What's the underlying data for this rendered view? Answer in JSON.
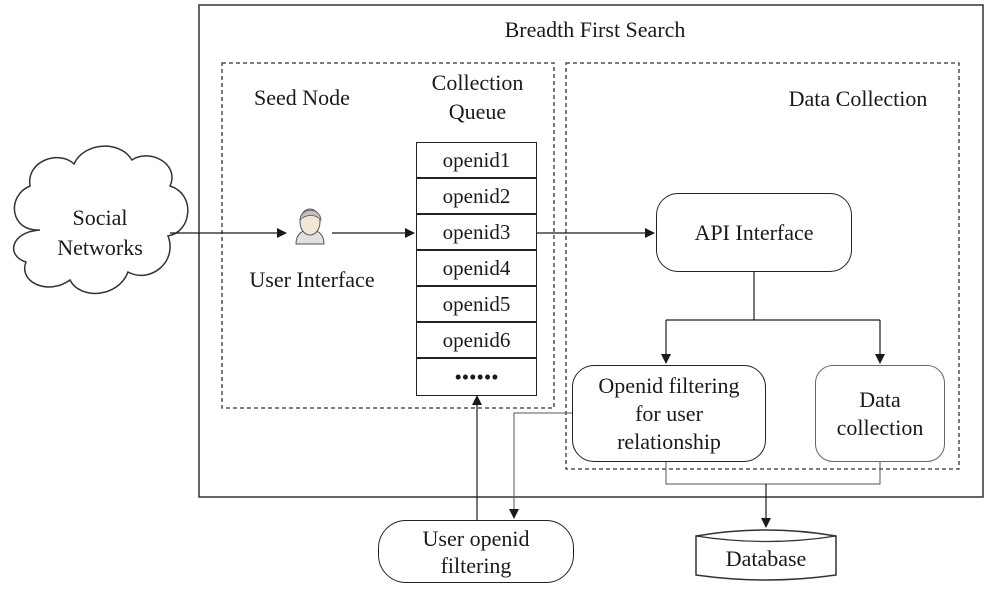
{
  "title": "Breadth First Search",
  "social_networks": {
    "line1": "Social",
    "line2": "Networks"
  },
  "seed_node": {
    "label": "Seed Node",
    "user_interface": "User Interface",
    "icon": "user-icon"
  },
  "collection_queue": {
    "label_line1": "Collection",
    "label_line2": "Queue",
    "items": [
      "openid1",
      "openid2",
      "openid3",
      "openid4",
      "openid5",
      "openid6",
      "••••••"
    ]
  },
  "data_collection": {
    "label": "Data Collection",
    "api_interface": "API Interface",
    "openid_filtering": {
      "line1": "Openid filtering",
      "line2": "for user",
      "line3": "relationship"
    },
    "data_collection_box": {
      "line1": "Data",
      "line2": "collection"
    }
  },
  "user_openid_filtering": {
    "line1": "User openid",
    "line2": "filtering"
  },
  "database": "Database"
}
